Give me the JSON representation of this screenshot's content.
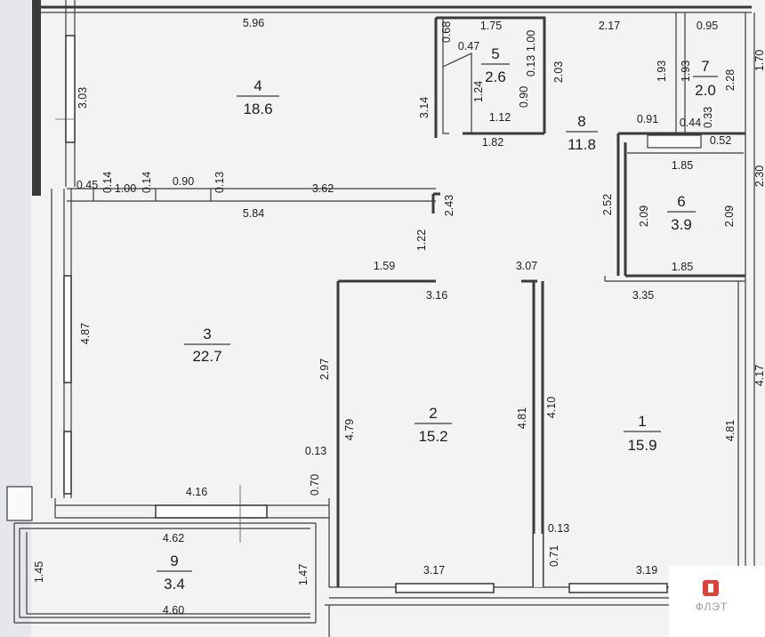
{
  "rooms": [
    {
      "id": "1",
      "area": "15.9"
    },
    {
      "id": "2",
      "area": "15.2"
    },
    {
      "id": "3",
      "area": "22.7"
    },
    {
      "id": "4",
      "area": "18.6"
    },
    {
      "id": "5",
      "area": "2.6"
    },
    {
      "id": "6",
      "area": "3.9"
    },
    {
      "id": "7",
      "area": "2.0"
    },
    {
      "id": "8",
      "area": "11.8"
    },
    {
      "id": "9",
      "area": "3.4"
    }
  ],
  "dimensions": {
    "d596": "5.96",
    "d175": "1.75",
    "d068": "0.68",
    "d047": "0.47",
    "d100a": "1.00",
    "d013a": "0.13",
    "d124": "1.24",
    "d090a": "0.90",
    "d112": "1.12",
    "d203": "2.03",
    "d182": "1.82",
    "d314": "3.14",
    "d303": "3.03",
    "d217": "2.17",
    "d095": "0.95",
    "d193a": "1.93",
    "d193b": "1.93",
    "d228": "2.28",
    "d091": "0.91",
    "d044": "0.44",
    "d033": "0.33",
    "d052": "0.52",
    "d185a": "1.85",
    "d252": "2.52",
    "d209a": "2.09",
    "d209b": "2.09",
    "d185b": "1.85",
    "d335": "3.35",
    "d045": "0.45",
    "d014a": "0.14",
    "d100b": "1.00",
    "d014b": "0.14",
    "d090b": "0.90",
    "d013b": "0.13",
    "d362": "3.62",
    "d584": "5.84",
    "d243": "2.43",
    "d122": "1.22",
    "d159": "1.59",
    "d316": "3.16",
    "d307": "3.07",
    "d487": "4.87",
    "d297": "2.97",
    "d479": "4.79",
    "d013c": "0.13",
    "d070": "0.70",
    "d481a": "4.81",
    "d410": "4.10",
    "d481b": "4.81",
    "d416": "4.16",
    "d462": "4.62",
    "d145": "1.45",
    "d147": "1.47",
    "d460": "4.60",
    "d317": "3.17",
    "d013d": "0.13",
    "d071": "0.71",
    "d319": "3.19"
  },
  "logo": {
    "text": "ФЛЭТ",
    "color": "#e0403a"
  },
  "edge_text": {
    "t1": "1.70",
    "t2": "2.30",
    "t3": "4.17"
  }
}
